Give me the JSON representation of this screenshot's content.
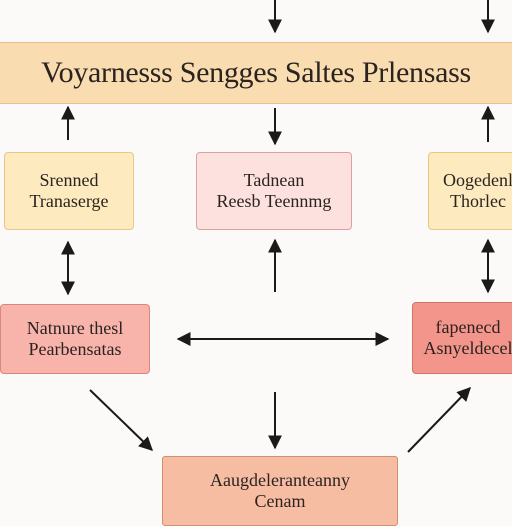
{
  "banner": {
    "title": "Voyarnesss Sengges Saltes Prlensass"
  },
  "boxes": {
    "left_upper": {
      "line1": "Srenned",
      "line2": "Tranaserge"
    },
    "center_upper": {
      "line1": "Tadnean",
      "line2": "Reesb Teennmg"
    },
    "right_upper": {
      "line1": "Oogedenl",
      "line2": "Thorlec"
    },
    "left_middle": {
      "line1": "Natnure thesl",
      "line2": "Pearbensatas"
    },
    "right_middle": {
      "line1": "fapenecd",
      "line2": "Asnyeldecel"
    },
    "bottom": {
      "line1": "Aaugdeleranteanny",
      "line2": "Cenam"
    }
  },
  "colors": {
    "banner": "#f9dcb0",
    "yellow": "#fdebbf",
    "pink": "#fde1df",
    "salmon": "#f8b3aa",
    "salmon_dark": "#f3958b",
    "peach": "#f7bda3",
    "arrow": "#1a1a1a"
  }
}
